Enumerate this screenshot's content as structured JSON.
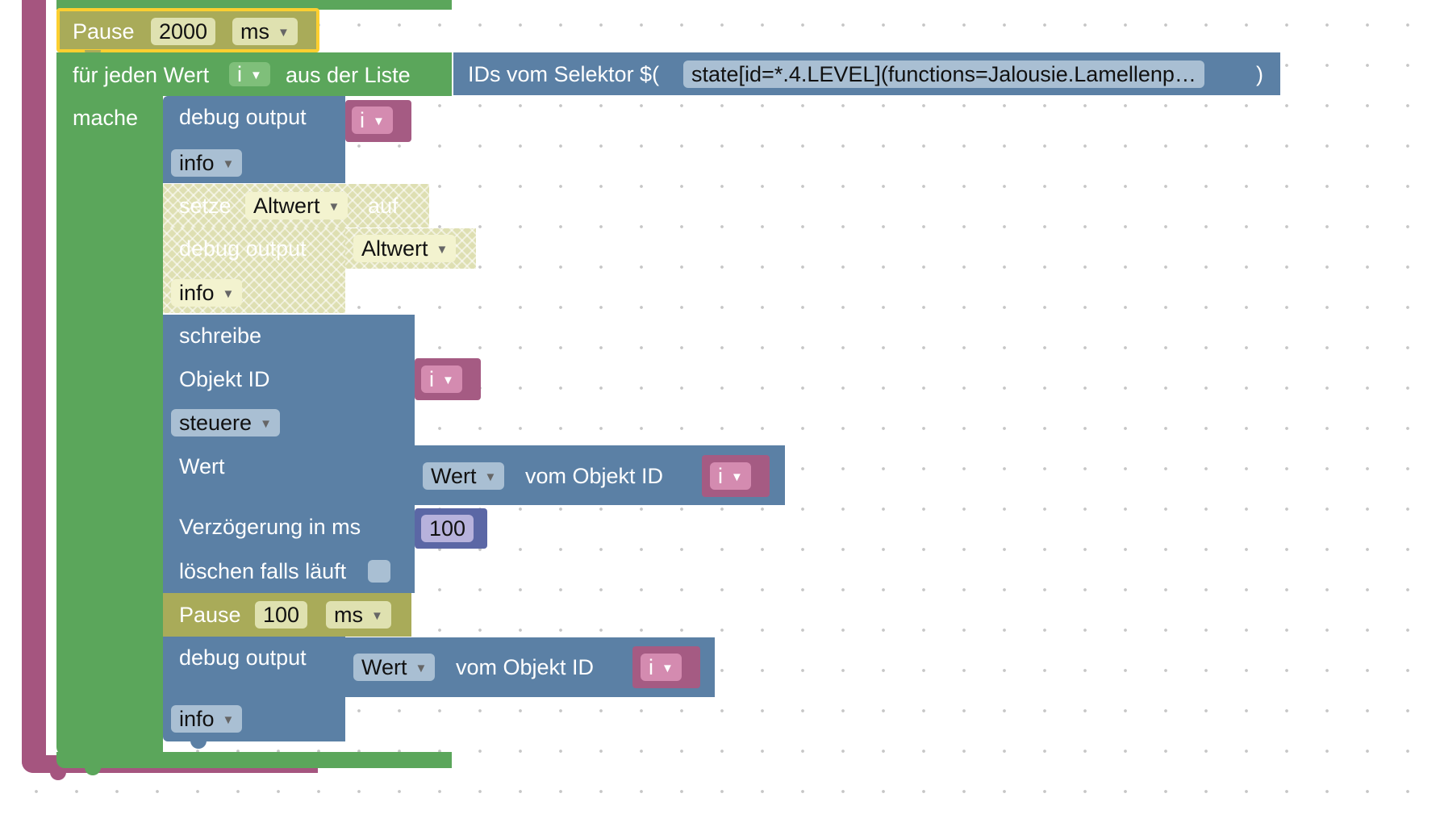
{
  "colors": {
    "outer_magenta": "#a5557f",
    "loop_green": "#5ba65b",
    "pause_olive": "#a9ab59",
    "action_blue": "#5b80a5",
    "variable_pink": "#a55b83",
    "number_purple": "#5b67a5",
    "selection_yellow": "#fccf30"
  },
  "pause_top": {
    "label": "Pause",
    "value": "2000",
    "unit": "ms"
  },
  "for_each": {
    "label": "für jeden Wert",
    "variable": "i",
    "from_list": "aus der Liste",
    "do_label": "mache"
  },
  "selector": {
    "prefix": "IDs vom Selektor $(",
    "value": "state[id=*.4.LEVEL](functions=Jalousie.Lamellenp…",
    "suffix": ")"
  },
  "debug1": {
    "label": "debug output",
    "variable": "i",
    "level": "info"
  },
  "setvar": {
    "label": "setze",
    "variable": "Altwert",
    "to_label": "auf"
  },
  "debug2": {
    "label": "debug output",
    "variable": "Altwert",
    "level": "info"
  },
  "write": {
    "label": "schreibe",
    "object_id_label": "Objekt ID",
    "object_id_var": "i",
    "mode": "steuere",
    "value_label": "Wert",
    "value_field": "Wert",
    "value_from": "vom Objekt ID",
    "value_var": "i",
    "delay_label": "Verzögerung in ms",
    "delay_value": "100",
    "clear_label": "löschen falls läuft"
  },
  "pause_inner": {
    "label": "Pause",
    "value": "100",
    "unit": "ms"
  },
  "debug3": {
    "label": "debug output",
    "value_field": "Wert",
    "value_from": "vom Objekt ID",
    "variable": "i",
    "level": "info"
  }
}
